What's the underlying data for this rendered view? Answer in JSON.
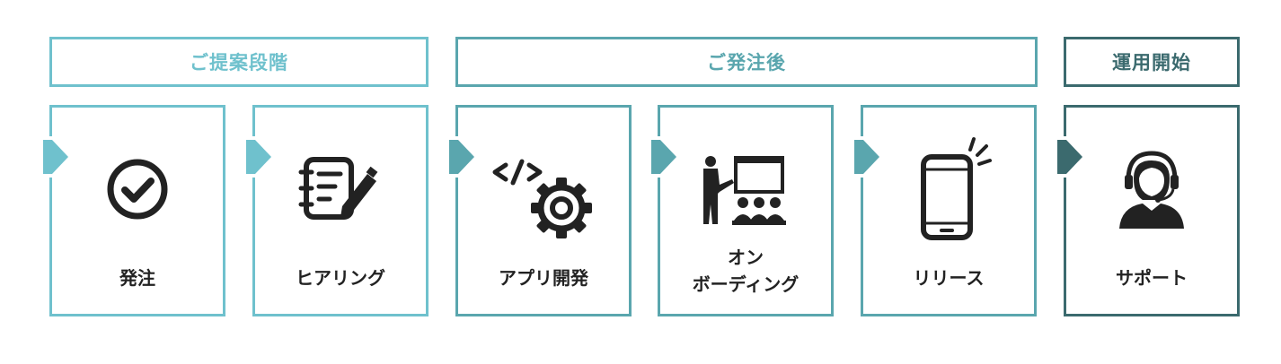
{
  "phases": [
    {
      "label": "ご提案段階"
    },
    {
      "label": "ご発注後"
    },
    {
      "label": "運用開始"
    }
  ],
  "steps": [
    {
      "label": "発注",
      "icon": "checkmark-circle-icon"
    },
    {
      "label": "ヒアリング",
      "icon": "notepad-pen-icon"
    },
    {
      "label": "アプリ開発",
      "icon": "code-gear-icon"
    },
    {
      "label_line1": "オン",
      "label_line2": "ボーディング",
      "icon": "presentation-audience-icon"
    },
    {
      "label": "リリース",
      "icon": "smartphone-notification-icon"
    },
    {
      "label": "サポート",
      "icon": "headset-operator-icon"
    }
  ],
  "colors": {
    "phase_proposal": "#6fc1cd",
    "phase_after_order": "#5aa6ae",
    "phase_operation": "#3b6a6e",
    "icon": "#222222"
  }
}
